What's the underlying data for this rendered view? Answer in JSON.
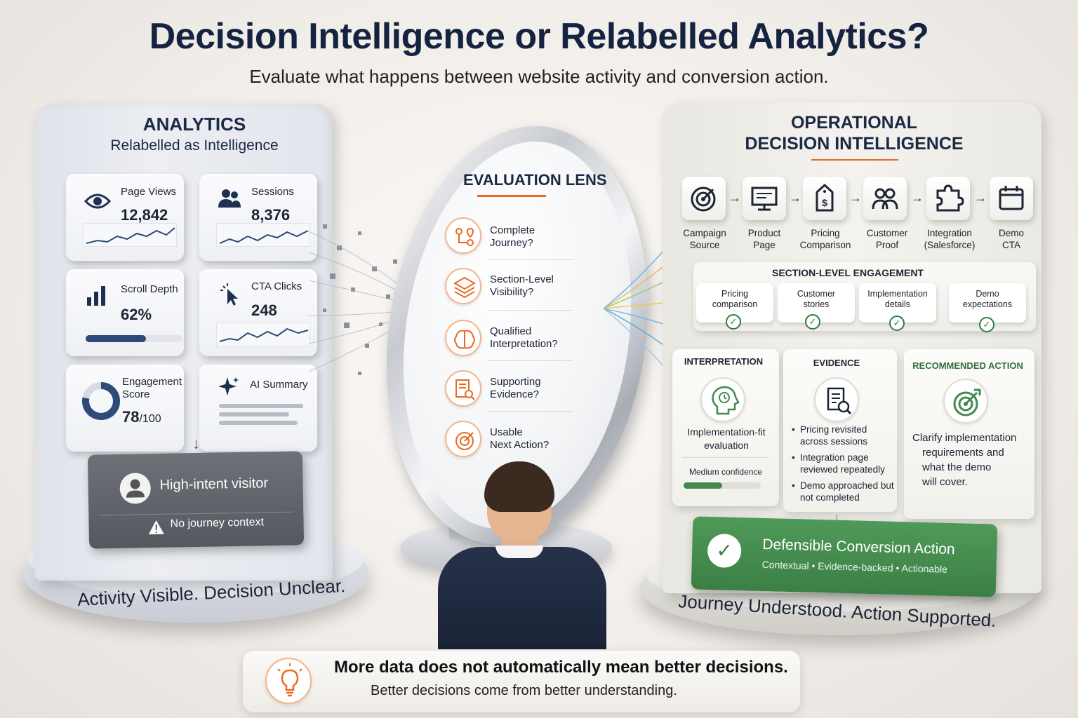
{
  "header": {
    "title": "Decision Intelligence or Relabelled Analytics?",
    "subtitle": "Evaluate what happens between website activity and conversion action."
  },
  "left": {
    "title": "ANALYTICS",
    "subtitle": "Relabelled as Intelligence",
    "tiles": [
      {
        "label": "Page Views",
        "value": "12,842",
        "icon": "eye-icon"
      },
      {
        "label": "Sessions",
        "value": "8,376",
        "icon": "users-icon"
      },
      {
        "label": "Scroll Depth",
        "value": "62%",
        "icon": "bar-chart-icon",
        "progress": 0.62
      },
      {
        "label": "CTA Clicks",
        "value": "248",
        "icon": "cursor-click-icon"
      },
      {
        "label": "Engagement Score",
        "value": "78",
        "value_suffix": "/100",
        "icon": "donut-chart-icon",
        "progress": 0.78
      },
      {
        "label": "AI Summary",
        "icon": "sparkle-icon"
      }
    ],
    "visitor": {
      "title": "High-intent visitor",
      "warning": "No journey context"
    },
    "caption": "Activity Visible. Decision Unclear."
  },
  "lens": {
    "title": "EVALUATION LENS",
    "questions": [
      {
        "line1": "Complete Journey?",
        "line2": "",
        "icon": "journey-map-icon"
      },
      {
        "line1": "Section-Level",
        "line2": "Visibility?",
        "icon": "layers-icon"
      },
      {
        "line1": "Qualified",
        "line2": "Interpretation?",
        "icon": "brain-icon"
      },
      {
        "line1": "Supporting",
        "line2": "Evidence?",
        "icon": "document-search-icon"
      },
      {
        "line1": "Usable",
        "line2": "Next Action?",
        "icon": "target-icon"
      }
    ]
  },
  "right": {
    "title_line1": "OPERATIONAL",
    "title_line2": "DECISION INTELLIGENCE",
    "journey": [
      {
        "line1": "Campaign",
        "line2": "Source",
        "icon": "target-icon"
      },
      {
        "line1": "Product",
        "line2": "Page",
        "icon": "monitor-icon"
      },
      {
        "line1": "Pricing",
        "line2": "Comparison",
        "icon": "price-tag-icon"
      },
      {
        "line1": "Customer",
        "line2": "Proof",
        "icon": "users-icon"
      },
      {
        "line1": "Integration",
        "line2": "(Salesforce)",
        "icon": "puzzle-icon"
      },
      {
        "line1": "Demo",
        "line2": "CTA",
        "icon": "calendar-icon"
      }
    ],
    "section_engagement": {
      "title": "SECTION-LEVEL ENGAGEMENT",
      "items": [
        {
          "line1": "Pricing",
          "line2": "comparison"
        },
        {
          "line1": "Customer",
          "line2": "stories"
        },
        {
          "line1": "Implementation",
          "line2": "details"
        },
        {
          "line1": "Demo",
          "line2": "expectations"
        }
      ]
    },
    "interpretation": {
      "title": "INTERPRETATION",
      "text_line1": "Implementation-fit",
      "text_line2": "evaluation",
      "confidence_label": "Medium confidence",
      "confidence": 0.5
    },
    "evidence": {
      "title": "EVIDENCE",
      "bullets": [
        "Pricing revisited across sessions",
        "Integration page reviewed repeatedly",
        "Demo approached but not completed"
      ]
    },
    "recommended": {
      "title": "RECOMMENDED ACTION",
      "line1": "Clarify implementation",
      "line2": "requirements and",
      "line3": "what the demo",
      "line4": "will cover."
    },
    "conversion": {
      "title": "Defensible Conversion Action",
      "subtitle": "Contextual • Evidence-backed • Actionable"
    },
    "caption": "Journey Understood. Action Supported."
  },
  "callout": {
    "main": "More data does not automatically mean better decisions.",
    "sub": "Better decisions come from better understanding.",
    "icon": "lightbulb-icon"
  },
  "colors": {
    "navy": "#14233f",
    "accent_orange": "#e86a1f",
    "action_green": "#3b7f45",
    "chart_blue": "#2d4a78"
  }
}
